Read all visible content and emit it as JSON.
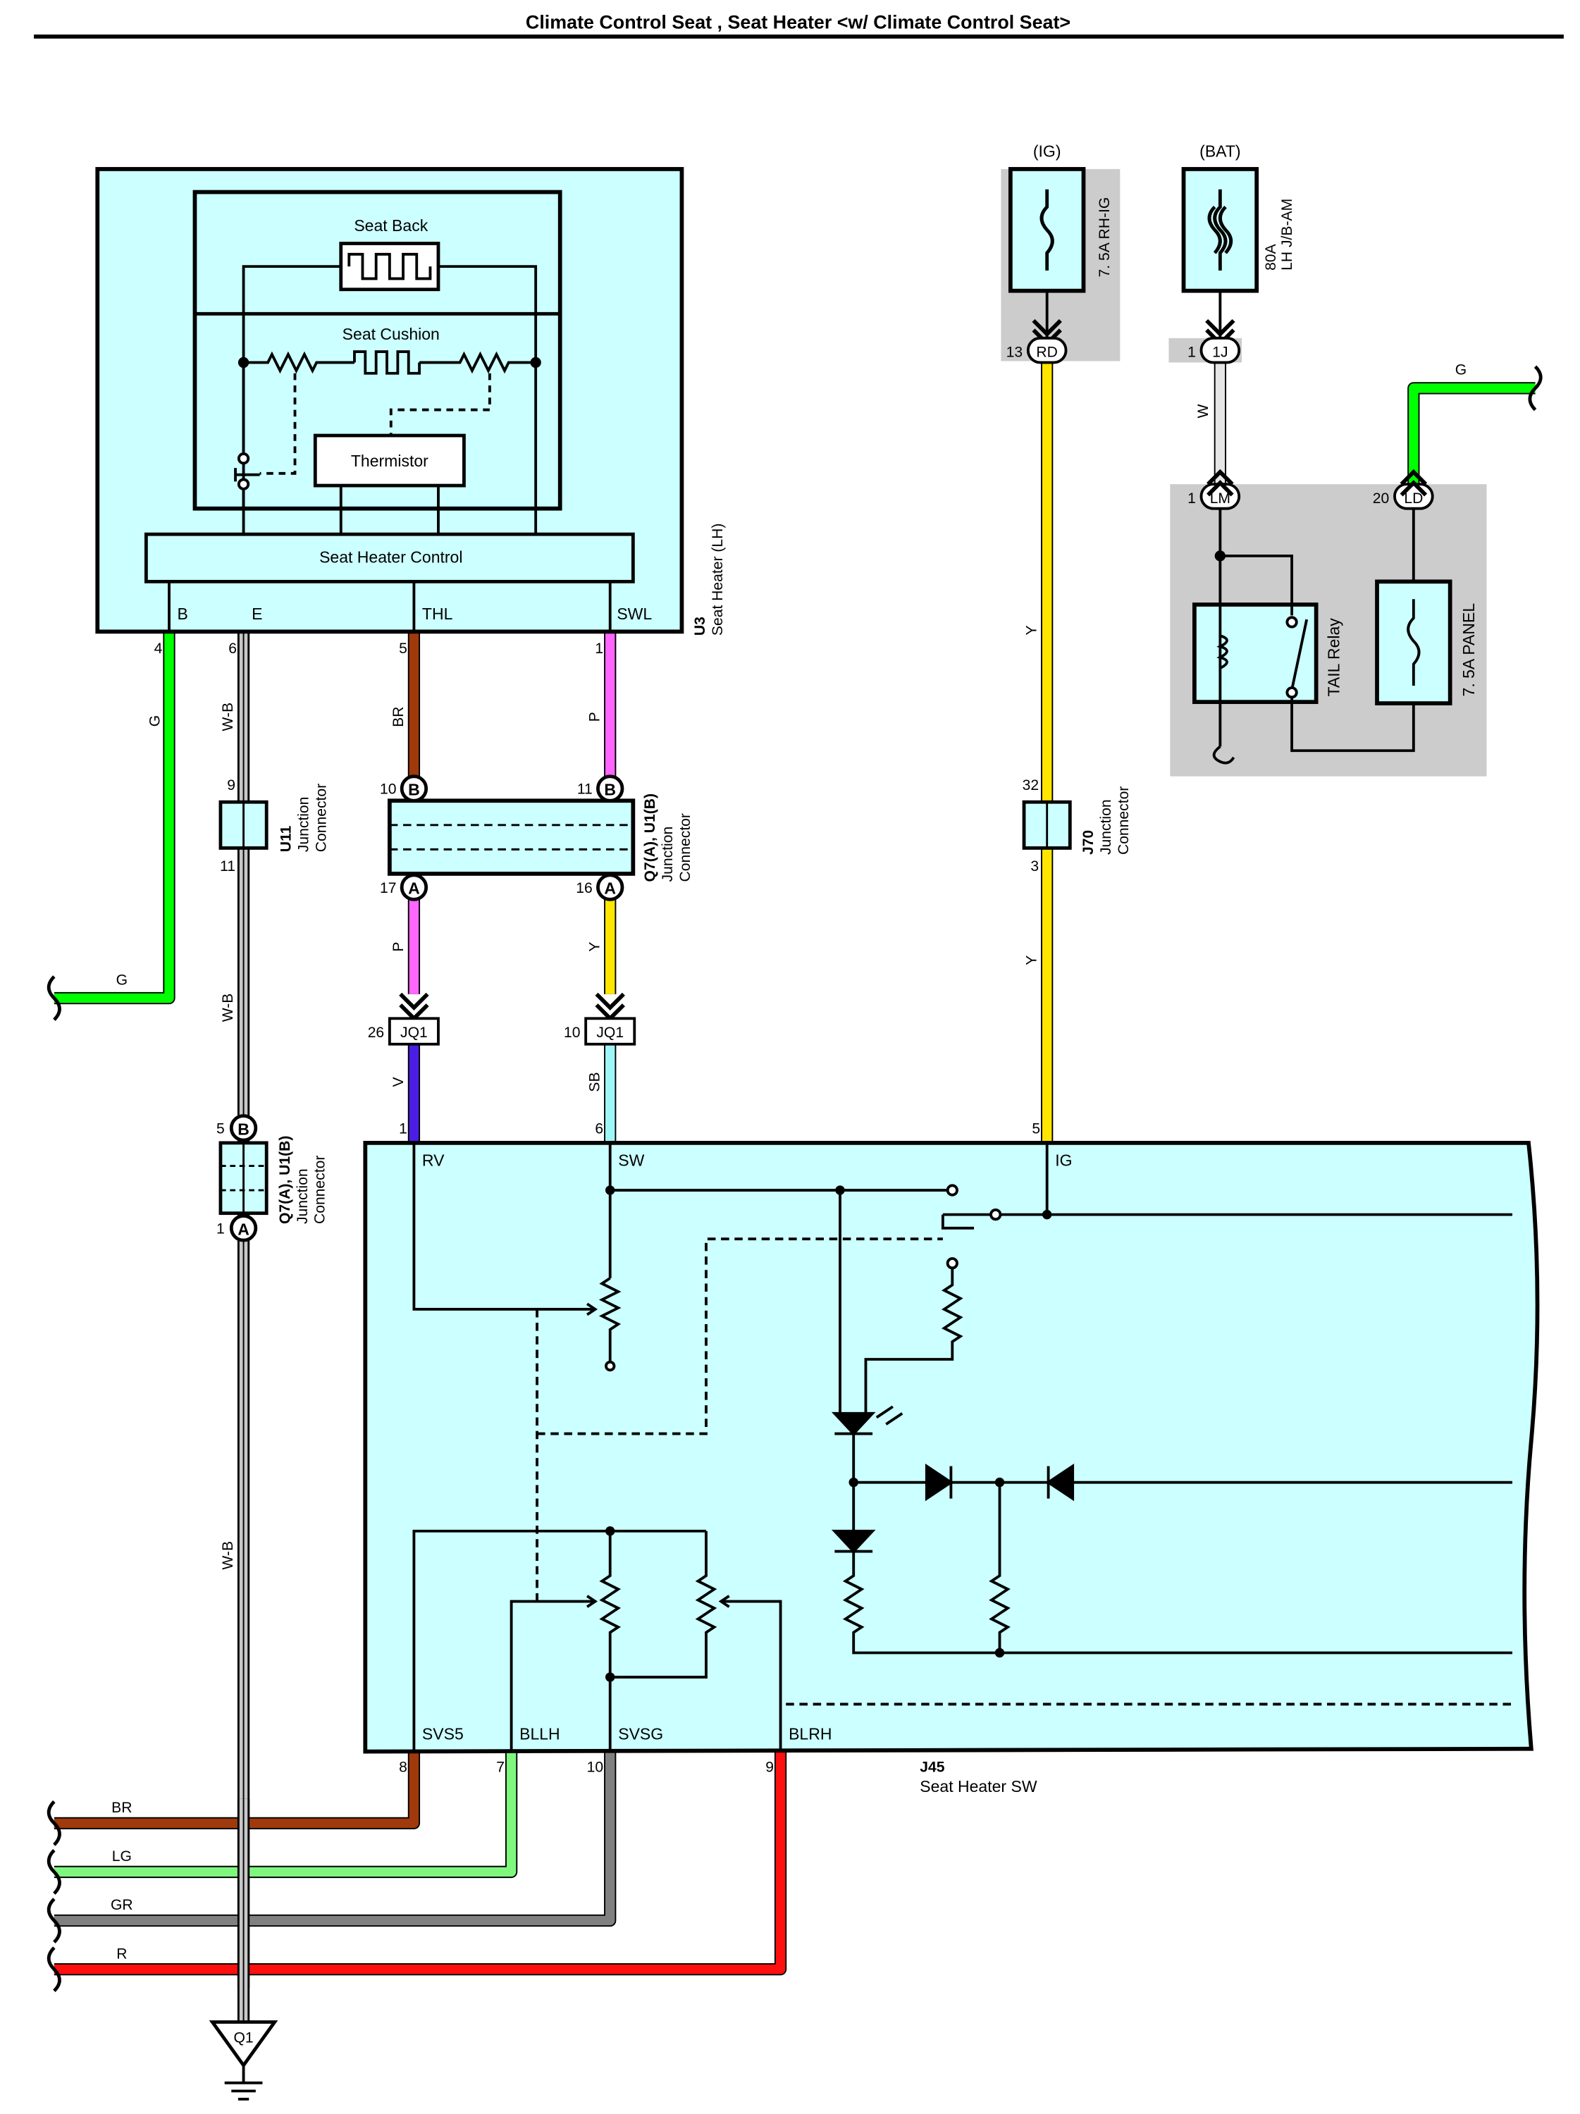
{
  "title": "Climate Control Seat , Seat Heater <w/ Climate Control Seat>",
  "wire_colors": {
    "G": "#00ff00",
    "W-B": "#c8c8c8",
    "BR": "#a0390b",
    "P": "#ff66ff",
    "Y": "#ffe600",
    "V": "#4b1ee6",
    "SB": "#9ff6f6",
    "LG": "#7ff77f",
    "GR": "#808080",
    "R": "#ff1010",
    "W": "#e6e6e6",
    "component_fill": "#ccffff",
    "fuse_box_fill": "#cccccc"
  },
  "u3": {
    "code": "U3",
    "name": "Seat Heater (LH)",
    "seat_back": "Seat Back",
    "seat_cushion": "Seat Cushion",
    "thermistor": "Thermistor",
    "control": "Seat Heater Control",
    "pin_b": "B",
    "pin_e": "E",
    "pin_thl": "THL",
    "pin_swl": "SWL",
    "num_b": "4",
    "num_e": "6",
    "num_thl": "5",
    "num_swl": "1"
  },
  "wires": {
    "g_left": "G",
    "wb1": "W-B",
    "wb2": "W-B",
    "wb3": "W-B",
    "br": "BR",
    "p_top": "P",
    "p_low": "P",
    "y_mid": "Y",
    "v": "V",
    "sb": "SB",
    "y_up": "Y",
    "y_down": "Y",
    "w": "W",
    "g_right": "G",
    "bus_br": "BR",
    "bus_lg": "LG",
    "bus_gr": "GR",
    "bus_r": "R"
  },
  "u11": {
    "code": "U11",
    "type1": "Junction",
    "type2": "Connector",
    "pin_in": "9",
    "pin_out": "11"
  },
  "q7_top": {
    "code": "Q7(A), U1(B)",
    "type1": "Junction",
    "type2": "Connector",
    "pin_br_in": "10",
    "pin_p_in": "11",
    "pin_p_out": "17",
    "pin_y_out": "16",
    "letter_b": "B",
    "letter_a": "A"
  },
  "q7_low": {
    "code": "Q7(A), U1(B)",
    "type1": "Junction",
    "type2": "Connector",
    "pin_in": "5",
    "pin_out": "1",
    "letter_b": "B",
    "letter_a": "A"
  },
  "jq1": {
    "code": "JQ1",
    "pin_left": "26",
    "pin_right": "10"
  },
  "j70": {
    "code": "J70",
    "type1": "Junction",
    "type2": "Connector",
    "pin_in": "32",
    "pin_out": "3"
  },
  "fuse_ig": {
    "source": "(IG)",
    "label": "7. 5A RH-IG",
    "conn": "RD",
    "pin": "13"
  },
  "fuse_bat": {
    "source": "(BAT)",
    "label1": "80A",
    "label2": "LH J/B-AM",
    "conn": "1J",
    "pin": "1"
  },
  "tail_box": {
    "relay": "TAIL Relay",
    "fuse": "7. 5A PANEL",
    "conn_lm": "LM",
    "pin_lm": "1",
    "conn_ld": "LD",
    "pin_ld": "20"
  },
  "j45": {
    "code": "J45",
    "name": "Seat Heater SW",
    "pin_rv": "RV",
    "pin_sw": "SW",
    "pin_ig": "IG",
    "num_rv": "1",
    "num_sw": "6",
    "num_ig": "5",
    "pin_svs5": "SVS5",
    "pin_bllh": "BLLH",
    "pin_svsg": "SVSG",
    "pin_blrh": "BLRH",
    "num_svs5": "8",
    "num_bllh": "7",
    "num_svsg": "10",
    "num_blrh": "9"
  },
  "ground": {
    "code": "Q1"
  }
}
